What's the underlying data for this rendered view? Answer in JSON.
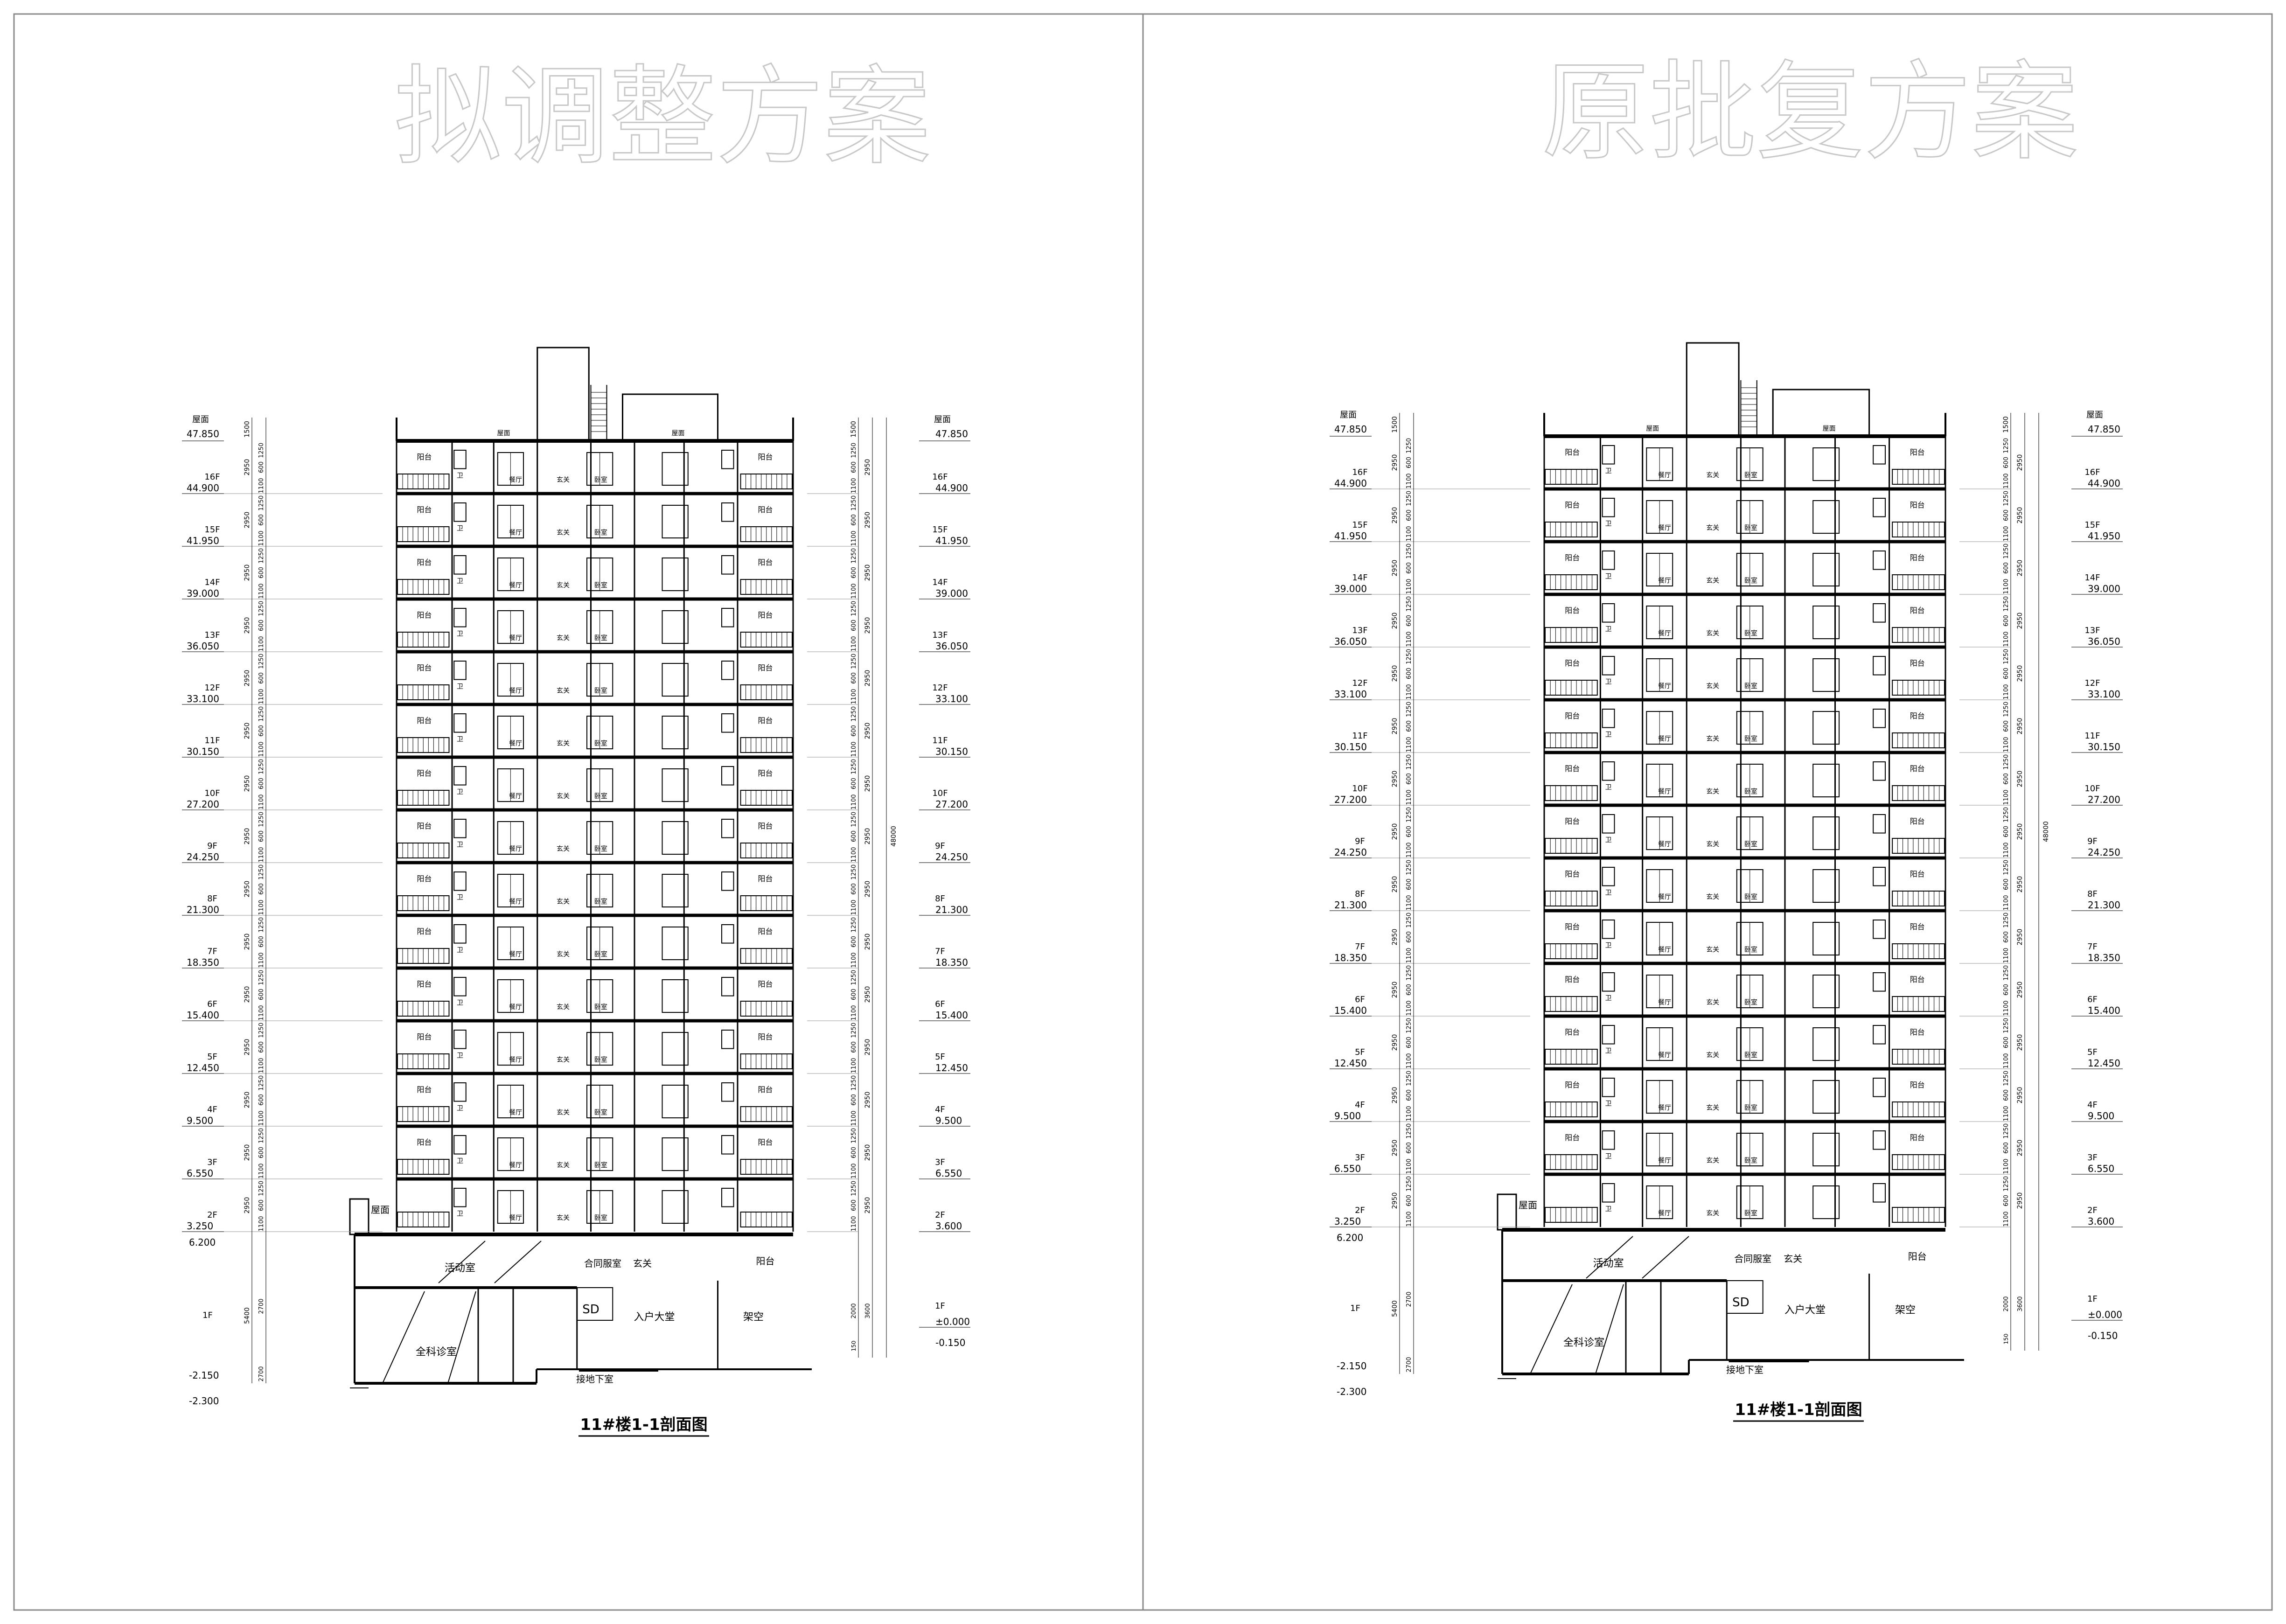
{
  "panels": [
    {
      "heading": "拟调整方案",
      "caption": "11#楼1-1剖面图"
    },
    {
      "heading": "原批复方案",
      "caption": "11#楼1-1剖面图"
    }
  ],
  "roof_label": "屋面",
  "floors": [
    {
      "name": "1F",
      "elev": "±0.000"
    },
    {
      "name": "2F",
      "elev": "3.600"
    },
    {
      "name": "3F",
      "elev": "6.550"
    },
    {
      "name": "4F",
      "elev": "9.500"
    },
    {
      "name": "5F",
      "elev": "12.450"
    },
    {
      "name": "6F",
      "elev": "15.400"
    },
    {
      "name": "7F",
      "elev": "18.350"
    },
    {
      "name": "8F",
      "elev": "21.300"
    },
    {
      "name": "9F",
      "elev": "24.250"
    },
    {
      "name": "10F",
      "elev": "27.200"
    },
    {
      "name": "11F",
      "elev": "30.150"
    },
    {
      "name": "12F",
      "elev": "33.100"
    },
    {
      "name": "13F",
      "elev": "36.050"
    },
    {
      "name": "14F",
      "elev": "39.000"
    },
    {
      "name": "15F",
      "elev": "41.950"
    },
    {
      "name": "16F",
      "elev": "44.900"
    }
  ],
  "roof_elev": "47.850",
  "left_low_elevs": [
    "6.200",
    "3.250",
    "-2.150",
    "-2.300"
  ],
  "right_low_elev": "-0.150",
  "dims": {
    "floor_height": "2950",
    "segments": [
      "1100",
      "600",
      "1250"
    ],
    "roof_parapet": "1500",
    "ground_floor": "5400",
    "basement_parts": [
      "2700",
      "2700"
    ],
    "right_ground": [
      "2000",
      "3600"
    ],
    "total_mark": "48000",
    "small_mark": "150"
  },
  "rooms": {
    "balcony": "阳台",
    "toilet": "卫",
    "dining": "餐厅",
    "entry": "玄关",
    "bedroom": "卧室",
    "roof_mark": "屋面",
    "activity": "活动室",
    "multi_room": "合同服室",
    "entrance_hall": "入户大堂",
    "overhead": "架空",
    "clinic": "全科诊室",
    "basement": "接地下室",
    "shaft": "SD",
    "low_roof": "屋面"
  },
  "colors": {
    "line": "#000000",
    "heading": "#c8c8c8",
    "border": "#888888"
  }
}
